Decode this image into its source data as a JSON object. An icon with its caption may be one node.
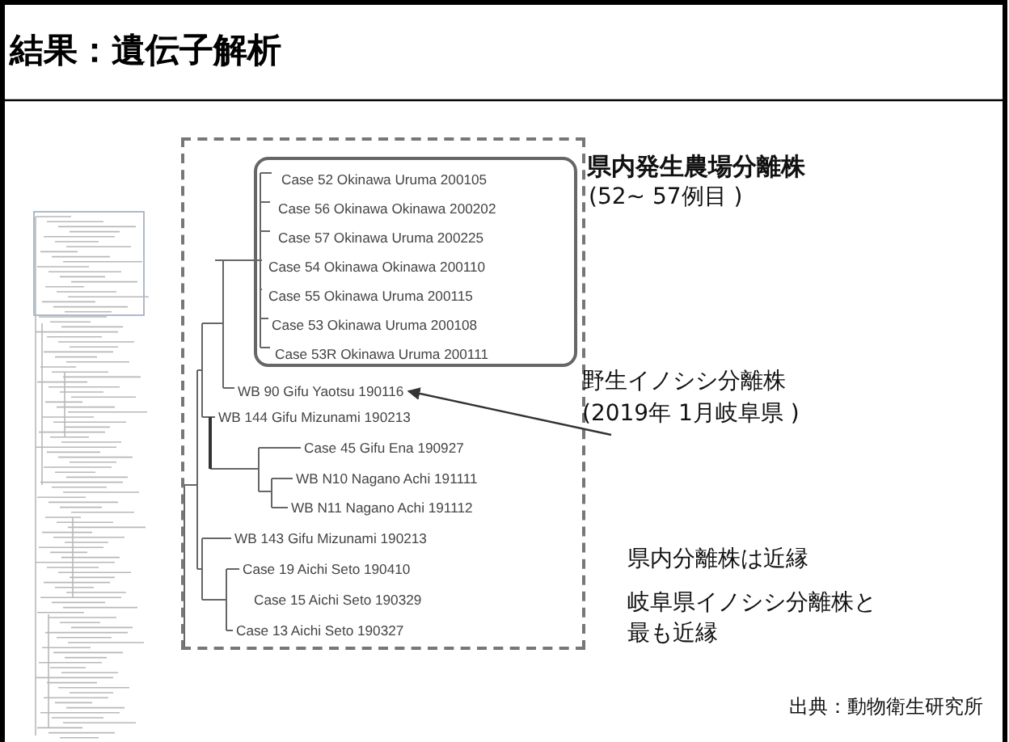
{
  "diagram": {
    "title": "結果：遺伝子解析",
    "nodes": [
      {
        "text": [],
        "shape": "box"
      },
      {
        "text": [
          "Case 52 Okinawa Uruma 200105",
          "Case 56 Okinawa Okinawa 200202",
          "Case 57 Okinawa Uruma 200225",
          "Case 54 Okinawa Okinawa 200110",
          "Case 55 Okinawa Uruma 200115",
          "Case 53 Okinawa Uruma 200108",
          "Case 53R Okinawa Uruma 200111"
        ],
        "in": 0,
        "beside": [
          "県内発生農場分離株",
          "(52~ 57例目 )"
        ]
      },
      {
        "text": [
          "WB 90 Gifu Yaotsu 190116"
        ],
        "in": 0
      },
      {
        "text": [
          "野生イノシシ分離株",
          "(2019年 1月岐阜県 )"
        ]
      }
    ],
    "edges": [
      {
        "from": 3,
        "to": 2,
        "arrow": "to"
      }
    ],
    "labels": [
      "WB 144 Gifu Mizunami 190213",
      "Case 45 Gifu Ena 190927",
      "WB N10 Nagano Achi 191111",
      "WB N11 Nagano Achi 191112",
      "WB 143 Gifu Mizunami 190213",
      "Case 19 Aichi Seto 190410",
      "Case 15 Aichi Seto 190329",
      "Case 13 Aichi Seto 190327",
      "県内分離株は近縁",
      "岐阜県イノシシ分離株と最も近縁",
      "出典：動物衛生研究所"
    ]
  }
}
